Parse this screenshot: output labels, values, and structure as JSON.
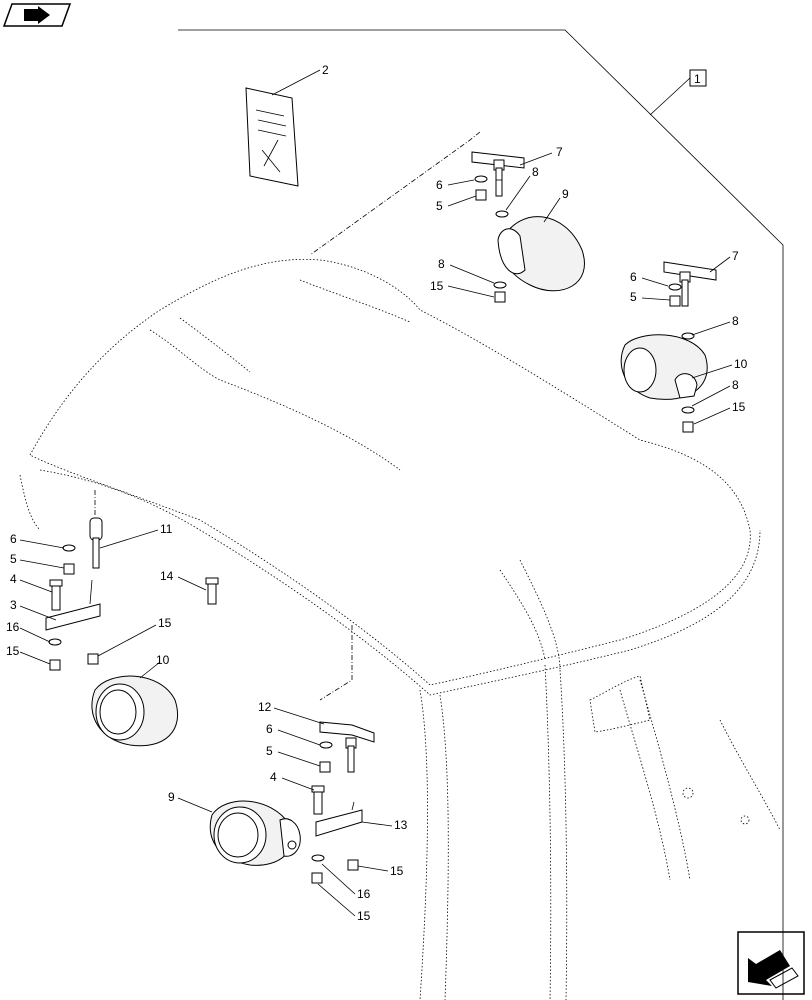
{
  "nav": {
    "top_icon": "book-arrow-icon",
    "bottom_icon": "next-page-arrow-icon"
  },
  "assembly_label": "1",
  "callouts": {
    "c2": "2",
    "c7a": "7",
    "c6a": "6",
    "c8a": "8",
    "c5a": "5",
    "c9a": "9",
    "c8b": "8",
    "c15a": "15",
    "c7b": "7",
    "c6b": "6",
    "c5b": "5",
    "c8c": "8",
    "c10a": "10",
    "c8d": "8",
    "c15b": "15",
    "c6c": "6",
    "c11": "11",
    "c5c": "5",
    "c4a": "4",
    "c14": "14",
    "c3": "3",
    "c16a": "16",
    "c15c": "15",
    "c15d": "15",
    "c10b": "10",
    "c12": "12",
    "c6d": "6",
    "c5d": "5",
    "c4b": "4",
    "c9b": "9",
    "c13": "13",
    "c15e": "15",
    "c16b": "16",
    "c15f": "15"
  }
}
